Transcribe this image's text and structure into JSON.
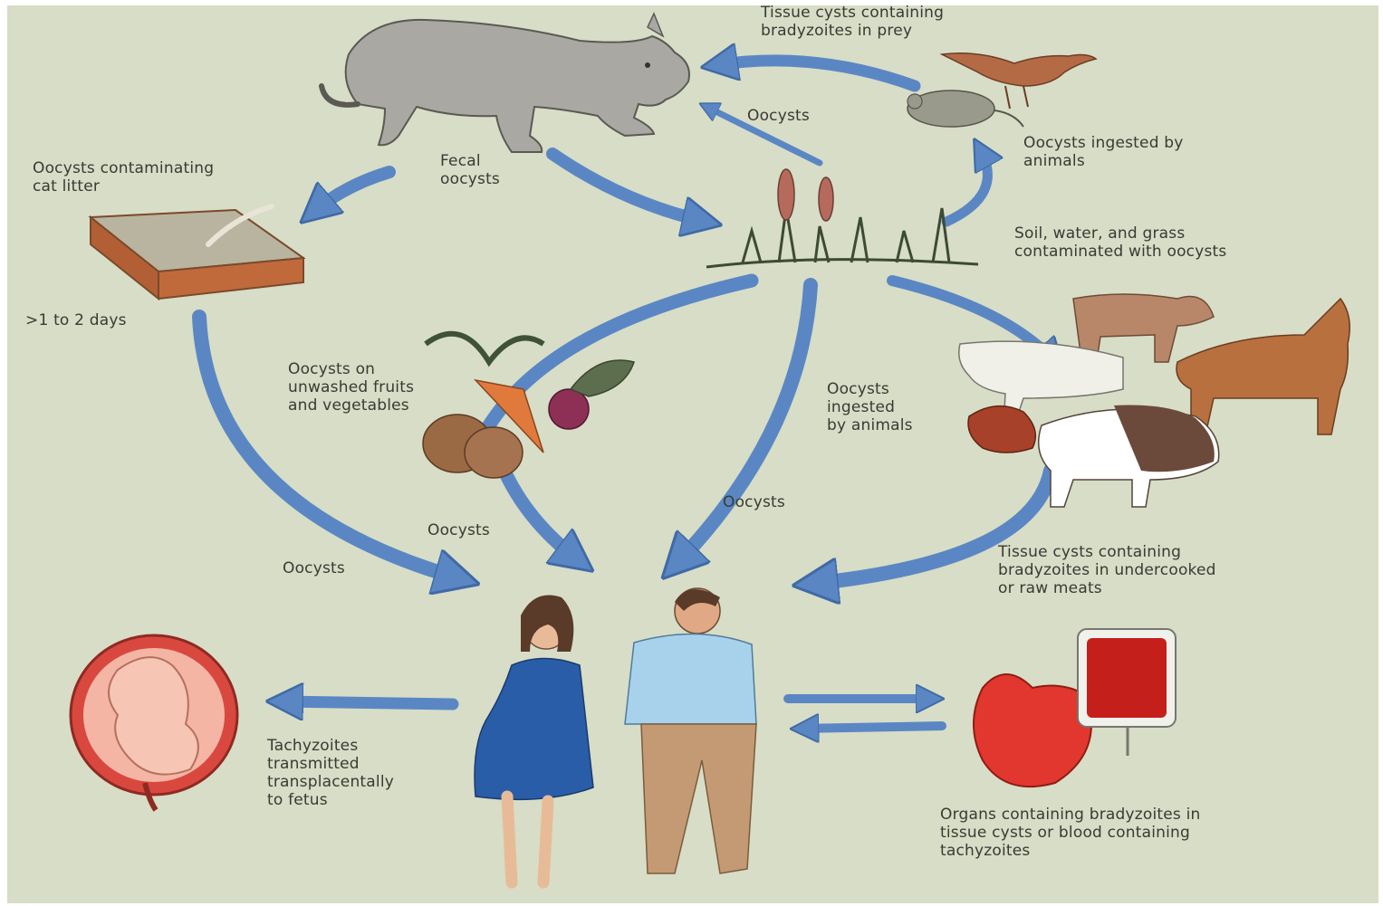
{
  "colors": {
    "background": "#d7ddc6",
    "arrow": "#5a87c4",
    "arrow_edge": "#3f6aa6",
    "label_text": "#3a3a34"
  },
  "labels": {
    "tissue_cysts_prey": "Tissue cysts containing\nbradyzoites in prey",
    "oocysts_to_cat": "Oocysts",
    "oocysts_ingested_top": "Oocysts ingested by\nanimals",
    "oocysts_cat_litter": "Oocysts contaminating\ncat litter",
    "fecal_oocysts": "Fecal\noocysts",
    "soil_water_grass": "Soil, water, and grass\ncontaminated with oocysts",
    "days": ">1 to 2 days",
    "unwashed_produce": "Oocysts on\nunwashed fruits\nand vegetables",
    "oocysts_ingested_mid": "Oocysts\ningested\nby animals",
    "oocysts_center": "Oocysts",
    "oocysts_produce": "Oocysts",
    "oocysts_litter": "Oocysts",
    "undercooked_meat": "Tissue cysts containing\nbradyzoites in undercooked\nor raw meats",
    "transplacental": "Tachyzoites\ntransmitted\ntransplacentally\nto fetus",
    "organs_blood": "Organs containing bradyzoites in\ntissue cysts or blood containing\ntachyzoites"
  },
  "icons": {
    "cat": "cat-icon",
    "bird": "bird-icon",
    "mouse": "mouse-icon",
    "litter_box": "litter-box-icon",
    "grass": "grass-plants-icon",
    "vegetables": "vegetables-icon",
    "livestock": "livestock-icon",
    "fetus": "fetus-in-uterus-icon",
    "pregnant_woman": "pregnant-woman-icon",
    "man": "man-icon",
    "heart": "heart-icon",
    "blood_bag": "blood-bag-icon"
  }
}
